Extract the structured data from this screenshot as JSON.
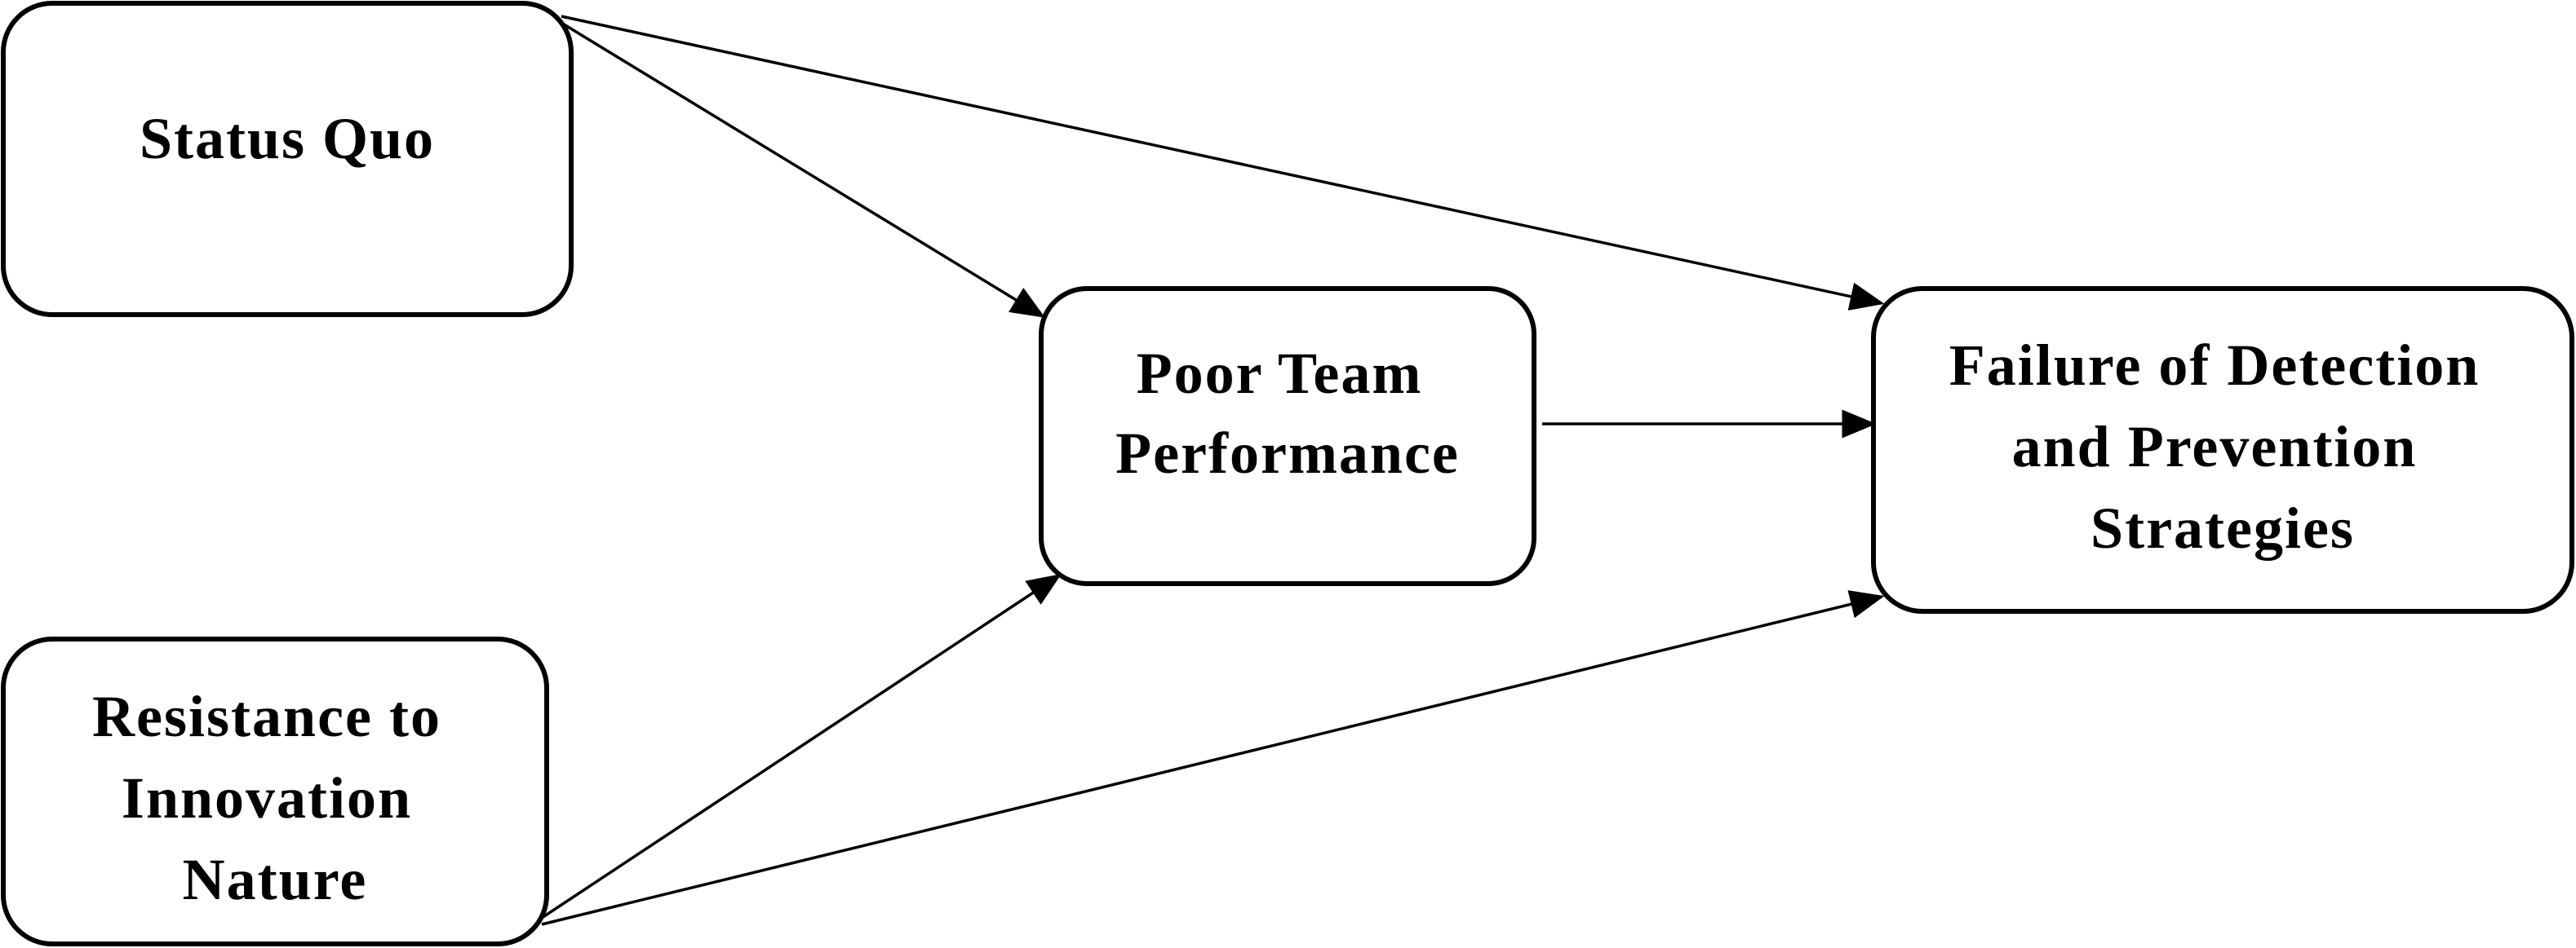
{
  "nodes": {
    "status_quo": {
      "lines": [
        "Status Quo"
      ]
    },
    "resistance": {
      "lines": [
        "Resistance to",
        "Innovation",
        "Nature"
      ]
    },
    "poor_team": {
      "lines": [
        "Poor Team",
        "Performance"
      ]
    },
    "failure": {
      "lines": [
        "Failure of Detection",
        "and Prevention",
        "Strategies"
      ]
    }
  },
  "edges": [
    {
      "from": "Status Quo",
      "to": "Poor Team Performance"
    },
    {
      "from": "Status Quo",
      "to": "Failure of Detection and Prevention Strategies"
    },
    {
      "from": "Poor Team Performance",
      "to": "Failure of Detection and Prevention Strategies"
    },
    {
      "from": "Resistance to Innovation Nature",
      "to": "Poor Team Performance"
    },
    {
      "from": "Resistance to Innovation Nature",
      "to": "Failure of Detection and Prevention Strategies"
    }
  ],
  "colors": {
    "stroke": "#000000",
    "background": "#ffffff"
  }
}
